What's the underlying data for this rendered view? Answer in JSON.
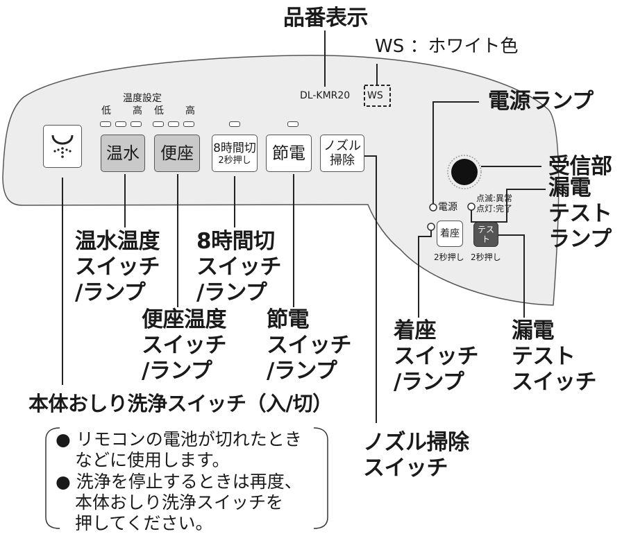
{
  "title": "品番表示",
  "model": {
    "color_note": "WS ：ホワイト色",
    "number_prefix": "DL-KMR20",
    "number_suffix": "WS"
  },
  "panel": {
    "temp_setting_label": "温度設定",
    "temp_low": "低",
    "temp_high": "高",
    "seat_low": "低",
    "seat_high": "高",
    "buttons": {
      "warm_water": "温水",
      "seat": "便座",
      "timer_line1": "8時間切",
      "timer_line2": "2秒押し",
      "eco": "節電",
      "nozzle_line1": "ノズル",
      "nozzle_line2": "掃除",
      "sit": "着座",
      "test": "テスト"
    },
    "power_lamp_label": "電源",
    "leak_status_blink": "点滅:異常",
    "leak_status_lit": "点灯:完了",
    "hold_2s_sit": "2秒押し",
    "hold_2s_test": "2秒押し"
  },
  "callouts": {
    "power_lamp": "電源ランプ",
    "receiver": "受信部",
    "leak_lamp": [
      "漏電",
      "テスト",
      "ランプ"
    ],
    "warm_temp": [
      "温水温度",
      "スイッチ",
      "/ランプ"
    ],
    "timer": [
      "8時間切",
      "スイッチ",
      "/ランプ"
    ],
    "seat_temp": [
      "便座温度",
      "スイッチ",
      "/ランプ"
    ],
    "eco": [
      "節電",
      "スイッチ",
      "/ランプ"
    ],
    "sit": [
      "着座",
      "スイッチ",
      "/ランプ"
    ],
    "leak_switch": [
      "漏電",
      "テスト",
      "スイッチ"
    ],
    "main_wash": "本体おしり洗浄スイッチ（入/切）",
    "nozzle": [
      "ノズル掃除",
      "スイッチ"
    ]
  },
  "notes": [
    [
      "● リモコンの電池が切れたとき",
      "などに使用します。"
    ],
    [
      "● 洗浄を停止するときは再度、",
      "本体おしり洗浄スイッチを",
      "押してください。"
    ]
  ],
  "colors": {
    "panel_fill": "#ededed",
    "outline": "#555555",
    "pressed_button": "#c9c9c9",
    "test_button": "#555555",
    "receiver": "#111111"
  }
}
